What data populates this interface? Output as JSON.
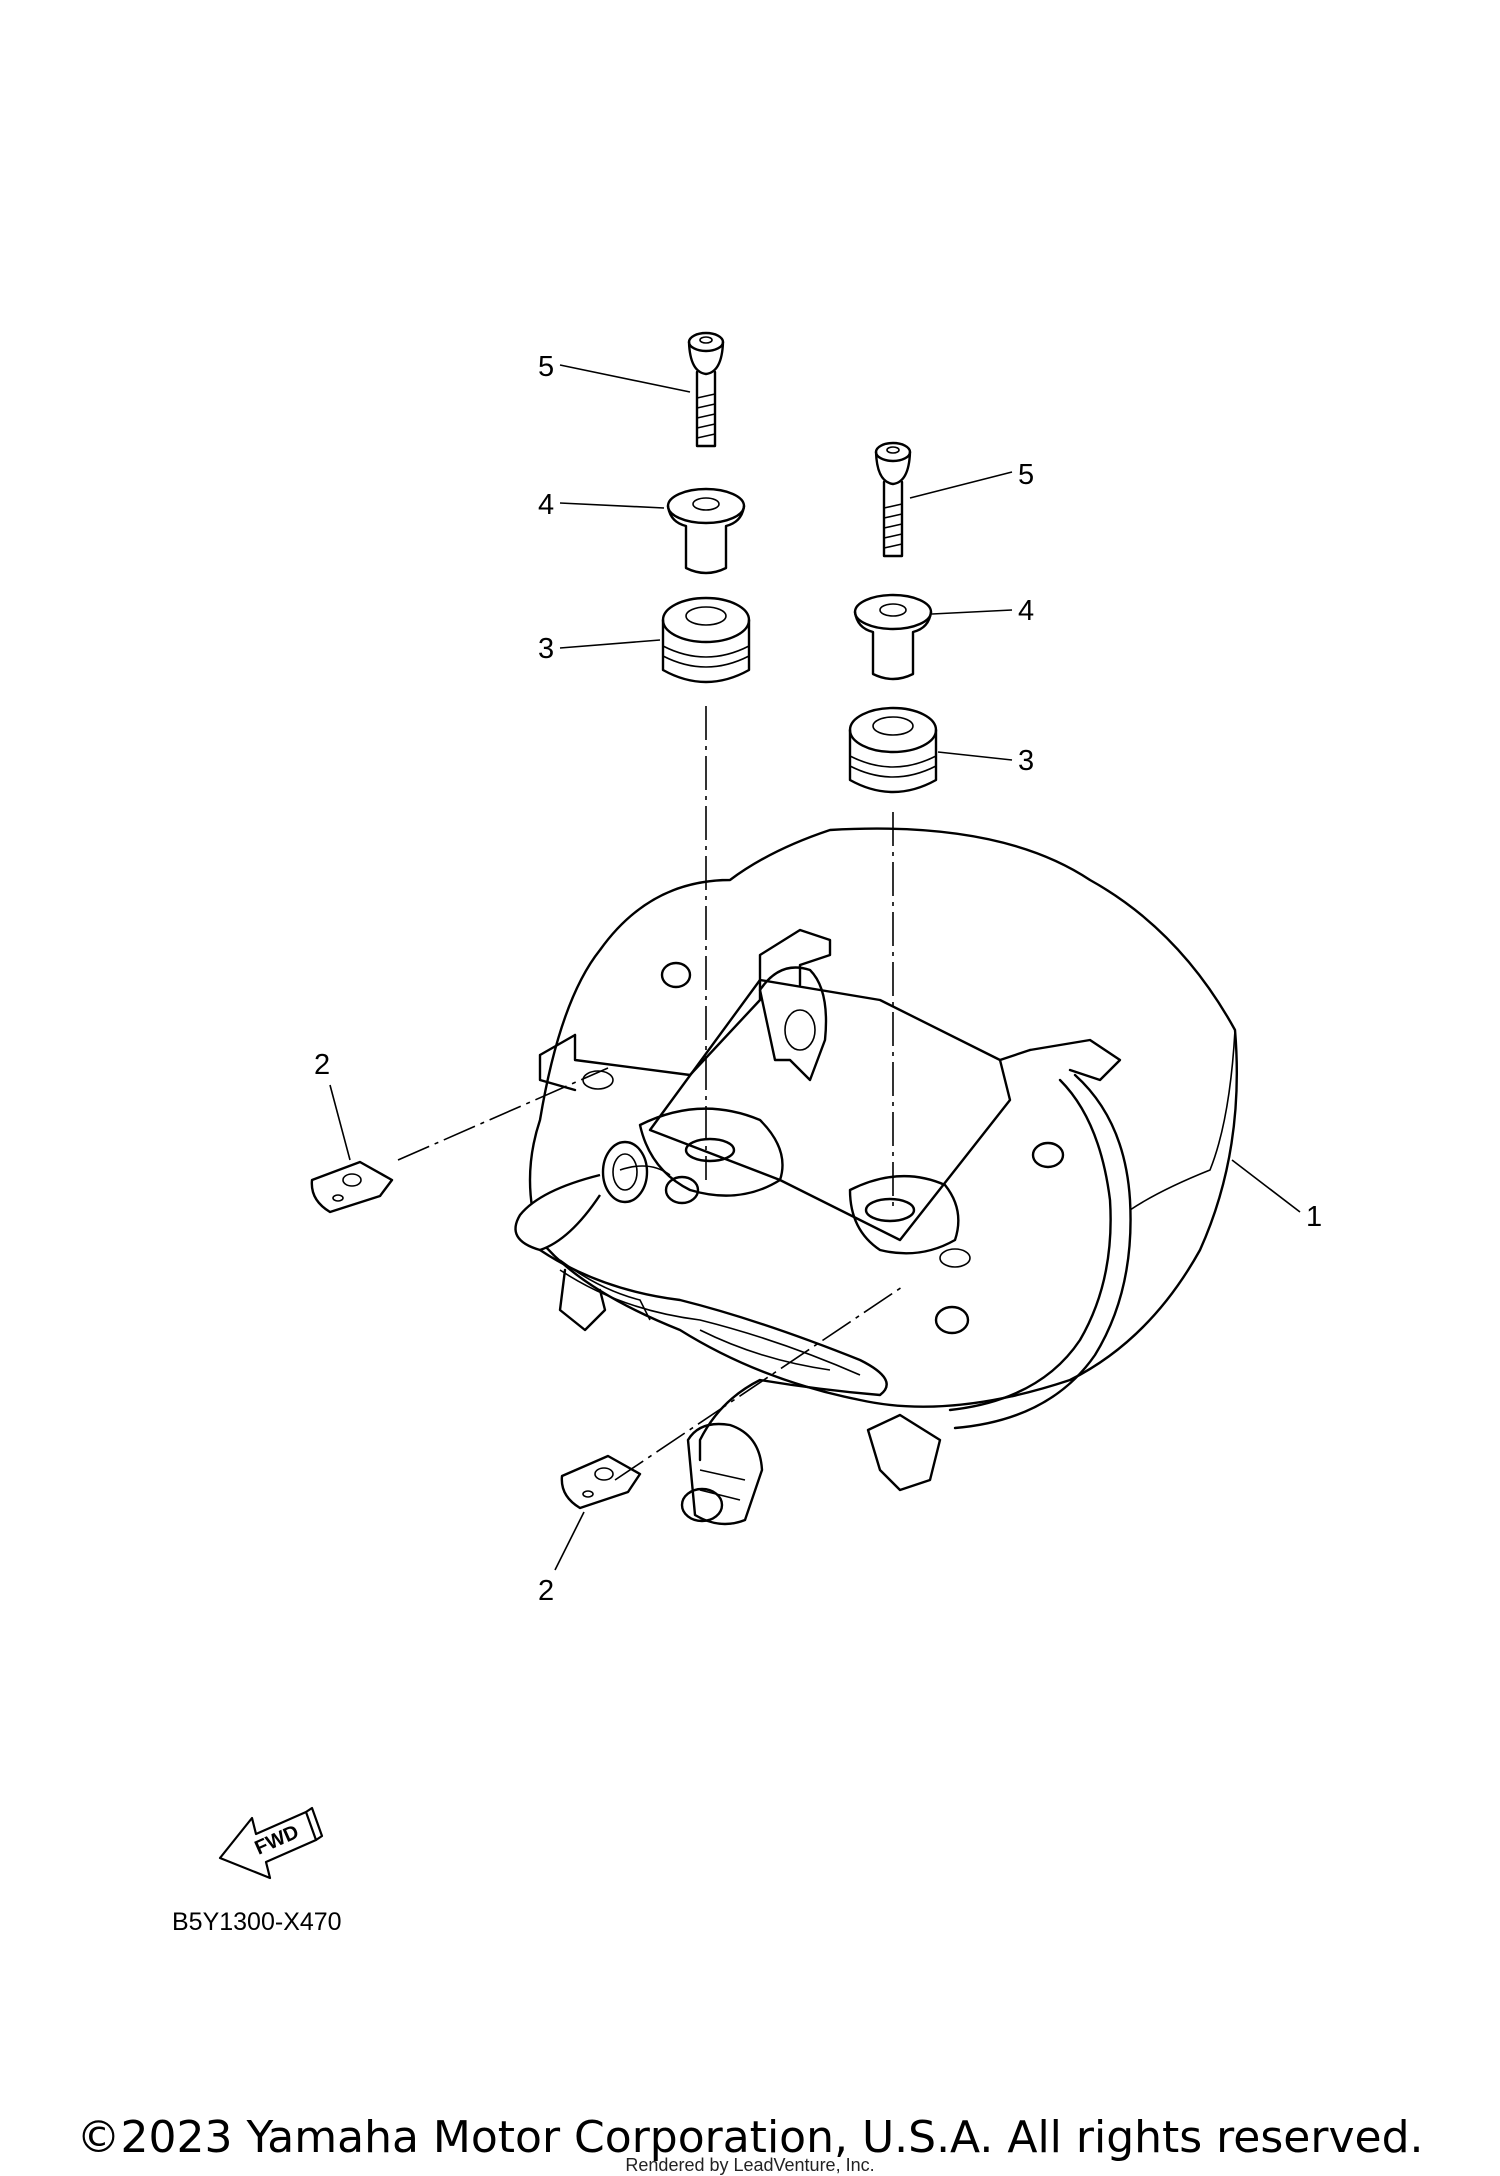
{
  "callouts": {
    "c5a": "5",
    "c4a": "4",
    "c3a": "3",
    "c5b": "5",
    "c4b": "4",
    "c3b": "3",
    "c2a": "2",
    "c1": "1",
    "c2b": "2"
  },
  "fwd_label": "FWD",
  "diagram_code": "B5Y1300-X470",
  "copyright": "©2023 Yamaha Motor Corporation, U.S.A. All rights reserved.",
  "rendered_by": "Rendered by LeadVenture, Inc."
}
